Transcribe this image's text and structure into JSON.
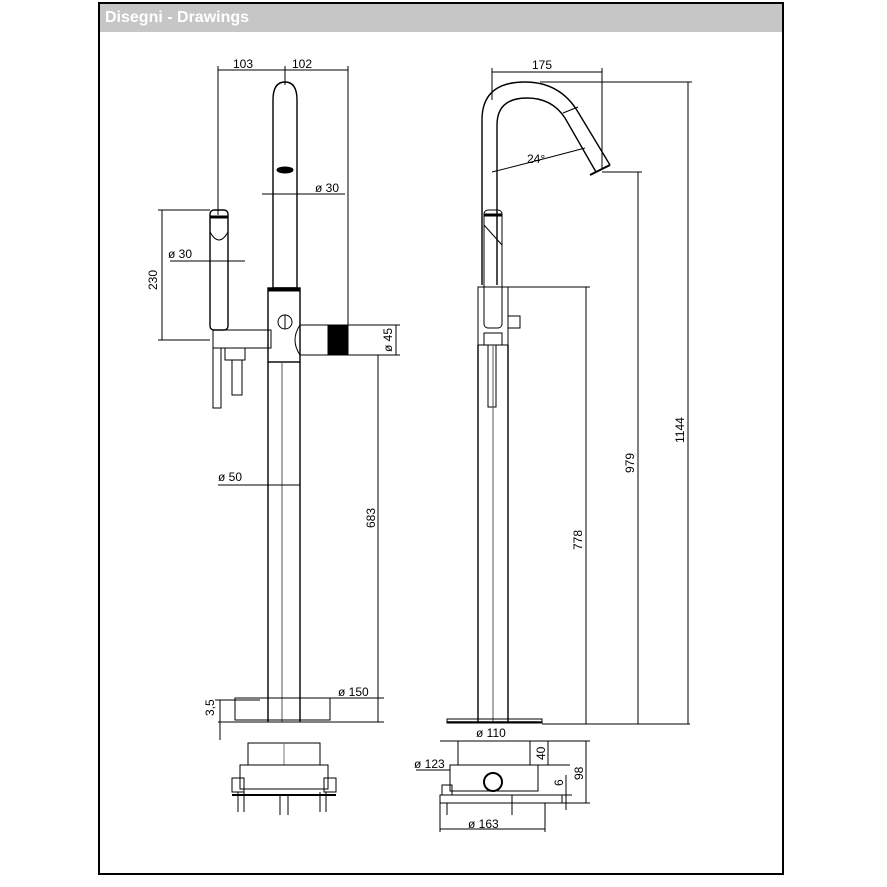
{
  "header": {
    "title": "Disegni - Drawings"
  },
  "front_view": {
    "dim_top_left": "103",
    "dim_top_right": "102",
    "dim_spout_diameter": "ø 30",
    "dim_handshower_diameter": "ø 30",
    "dim_handshower_length": "230",
    "dim_body_diameter": "ø 45",
    "dim_column_diameter": "ø 50",
    "dim_outlet_height": "683",
    "dim_base_diameter": "ø 150",
    "dim_base_thickness": "3,5"
  },
  "side_view": {
    "dim_spout_reach": "175",
    "dim_spout_angle": "24°",
    "dim_total_height": "1144",
    "dim_spout_height": "979",
    "dim_body_height": "778"
  },
  "box_front": {},
  "box_side": {
    "dim_top_diameter": "ø 110",
    "dim_mid_diameter": "ø 123",
    "dim_bottom_diameter": "ø 163",
    "dim_h40": "40",
    "dim_h6": "6",
    "dim_h98": "98"
  }
}
